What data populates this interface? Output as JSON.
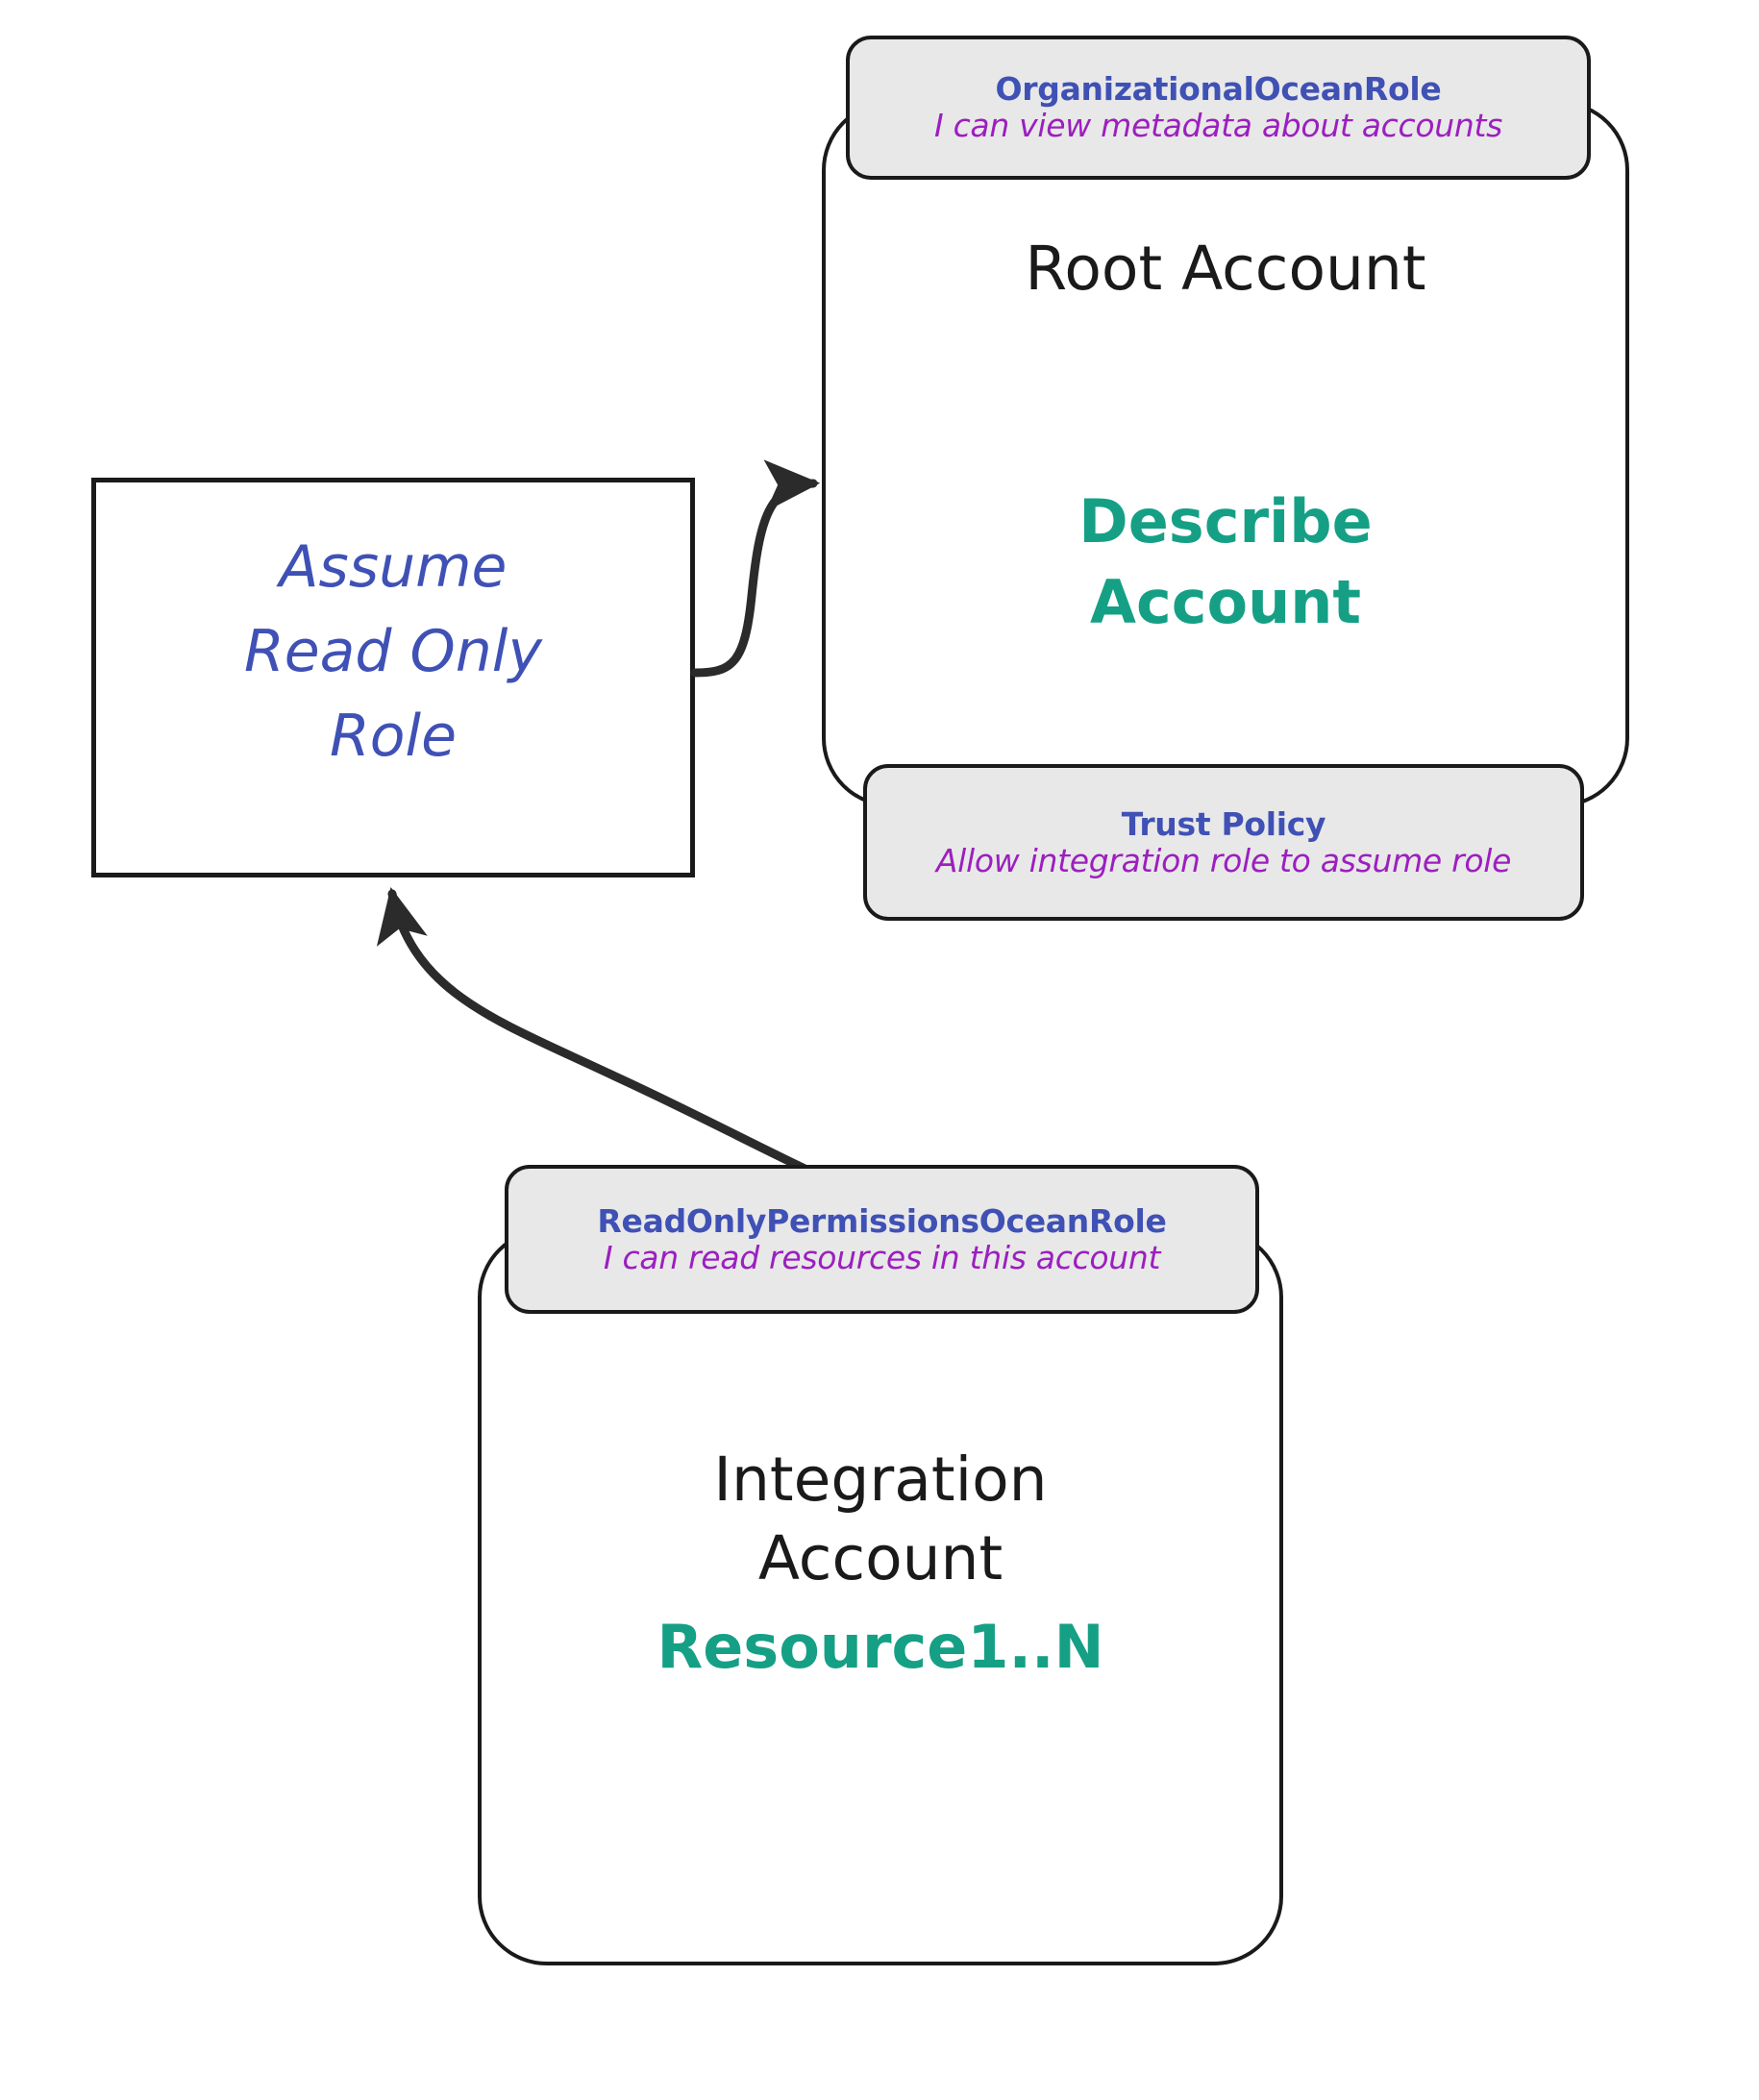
{
  "diagram": {
    "title": "AWS cross-account read-only role assumption diagram",
    "colors": {
      "role_name": "#3f51b5",
      "role_description": "#9c1fbf",
      "accent": "#15a085",
      "node_border": "#1a1a1a",
      "label_fill": "#e8e8e8",
      "background": "#ffffff"
    }
  },
  "nodes": {
    "assume_role": {
      "line1": "Assume",
      "line2": "Read Only",
      "line3": "Role"
    },
    "root_account": {
      "title": "Root Account",
      "accent_line1": "Describe",
      "accent_line2": "Account"
    },
    "integration_account": {
      "title_line1": "Integration",
      "title_line2": "Account",
      "accent": "Resource1..N"
    }
  },
  "labels": {
    "organizational_role": {
      "name": "OrganizationalOceanRole",
      "description": "I can view metadata about accounts"
    },
    "trust_policy": {
      "name": "Trust Policy",
      "description": "Allow integration role to assume role"
    },
    "readonly_permissions_role": {
      "name": "ReadOnlyPermissionsOceanRole",
      "description": "I can read resources in this account"
    }
  },
  "edges": [
    {
      "id": "assume-to-root",
      "from": "assume_role",
      "to": "root_account",
      "direction": "right"
    },
    {
      "id": "integration-to-assume",
      "from": "integration_account",
      "to": "assume_role",
      "direction": "up-left"
    }
  ]
}
